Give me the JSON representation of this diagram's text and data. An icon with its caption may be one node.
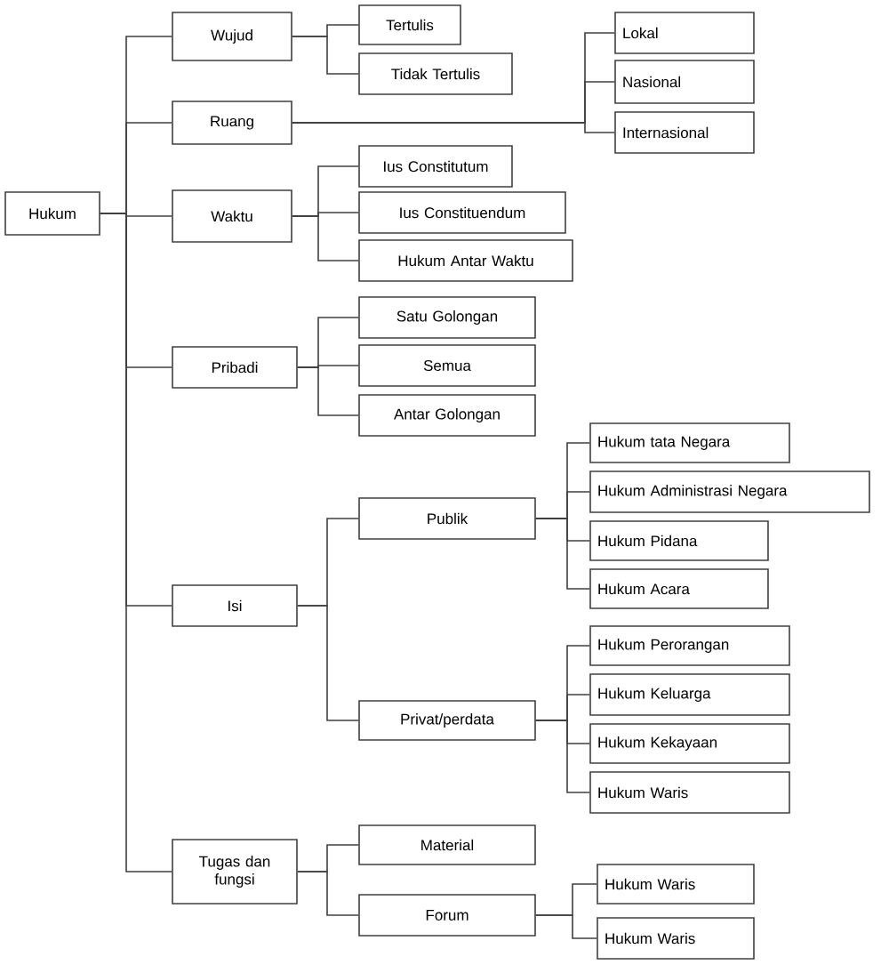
{
  "diagram": {
    "nodes": [
      {
        "text": [
          "Hukum"
        ]
      },
      {
        "text": [
          "Wujud"
        ]
      },
      {
        "text": [
          "Tertulis"
        ]
      },
      {
        "text": [
          "Tidak Tertulis"
        ]
      },
      {
        "text": [
          "Ruang"
        ]
      },
      {
        "text": [
          "Lokal"
        ]
      },
      {
        "text": [
          "Nasional"
        ]
      },
      {
        "text": [
          "Internasional"
        ]
      },
      {
        "text": [
          "Waktu"
        ]
      },
      {
        "text": [
          "Ius Constitutum"
        ]
      },
      {
        "text": [
          "Ius Constituendum"
        ]
      },
      {
        "text": [
          "Hukum Antar Waktu"
        ]
      },
      {
        "text": [
          "Pribadi"
        ]
      },
      {
        "text": [
          "Satu Golongan"
        ]
      },
      {
        "text": [
          "Semua"
        ]
      },
      {
        "text": [
          "Antar Golongan"
        ]
      },
      {
        "text": [
          "Isi"
        ]
      },
      {
        "text": [
          "Publik"
        ]
      },
      {
        "text": [
          "Hukum tata Negara"
        ]
      },
      {
        "text": [
          "Hukum Administrasi Negara"
        ]
      },
      {
        "text": [
          "Hukum Pidana"
        ]
      },
      {
        "text": [
          "Hukum Acara"
        ]
      },
      {
        "text": [
          "Privat/perdata"
        ]
      },
      {
        "text": [
          "Hukum Perorangan"
        ]
      },
      {
        "text": [
          "Hukum Keluarga"
        ]
      },
      {
        "text": [
          "Hukum Kekayaan"
        ]
      },
      {
        "text": [
          "Hukum Waris"
        ]
      },
      {
        "text": [
          "Tugas dan fungsi"
        ]
      },
      {
        "text": [
          "Material"
        ]
      },
      {
        "text": [
          "Forum"
        ]
      },
      {
        "text": [
          "Hukum Waris"
        ]
      },
      {
        "text": [
          "Hukum Waris"
        ]
      }
    ],
    "edges": [
      {
        "from": 0,
        "to": 1,
        "arrow": "none"
      },
      {
        "from": 0,
        "to": 4,
        "arrow": "none"
      },
      {
        "from": 0,
        "to": 8,
        "arrow": "none"
      },
      {
        "from": 0,
        "to": 12,
        "arrow": "none"
      },
      {
        "from": 0,
        "to": 16,
        "arrow": "none"
      },
      {
        "from": 0,
        "to": 27,
        "arrow": "none"
      },
      {
        "from": 1,
        "to": 2,
        "arrow": "none"
      },
      {
        "from": 1,
        "to": 3,
        "arrow": "none"
      },
      {
        "from": 4,
        "to": 5,
        "arrow": "none"
      },
      {
        "from": 4,
        "to": 6,
        "arrow": "none"
      },
      {
        "from": 4,
        "to": 7,
        "arrow": "none"
      },
      {
        "from": 8,
        "to": 9,
        "arrow": "none"
      },
      {
        "from": 8,
        "to": 10,
        "arrow": "none"
      },
      {
        "from": 8,
        "to": 11,
        "arrow": "none"
      },
      {
        "from": 12,
        "to": 13,
        "arrow": "none"
      },
      {
        "from": 12,
        "to": 14,
        "arrow": "none"
      },
      {
        "from": 12,
        "to": 15,
        "arrow": "none"
      },
      {
        "from": 16,
        "to": 17,
        "arrow": "none"
      },
      {
        "from": 16,
        "to": 22,
        "arrow": "none"
      },
      {
        "from": 17,
        "to": 18,
        "arrow": "none"
      },
      {
        "from": 17,
        "to": 19,
        "arrow": "none"
      },
      {
        "from": 17,
        "to": 20,
        "arrow": "none"
      },
      {
        "from": 17,
        "to": 21,
        "arrow": "none"
      },
      {
        "from": 22,
        "to": 23,
        "arrow": "none"
      },
      {
        "from": 22,
        "to": 24,
        "arrow": "none"
      },
      {
        "from": 22,
        "to": 25,
        "arrow": "none"
      },
      {
        "from": 22,
        "to": 26,
        "arrow": "none"
      },
      {
        "from": 27,
        "to": 28,
        "arrow": "none"
      },
      {
        "from": 27,
        "to": 29,
        "arrow": "none"
      },
      {
        "from": 29,
        "to": 30,
        "arrow": "none"
      },
      {
        "from": 29,
        "to": 31,
        "arrow": "none"
      }
    ]
  }
}
